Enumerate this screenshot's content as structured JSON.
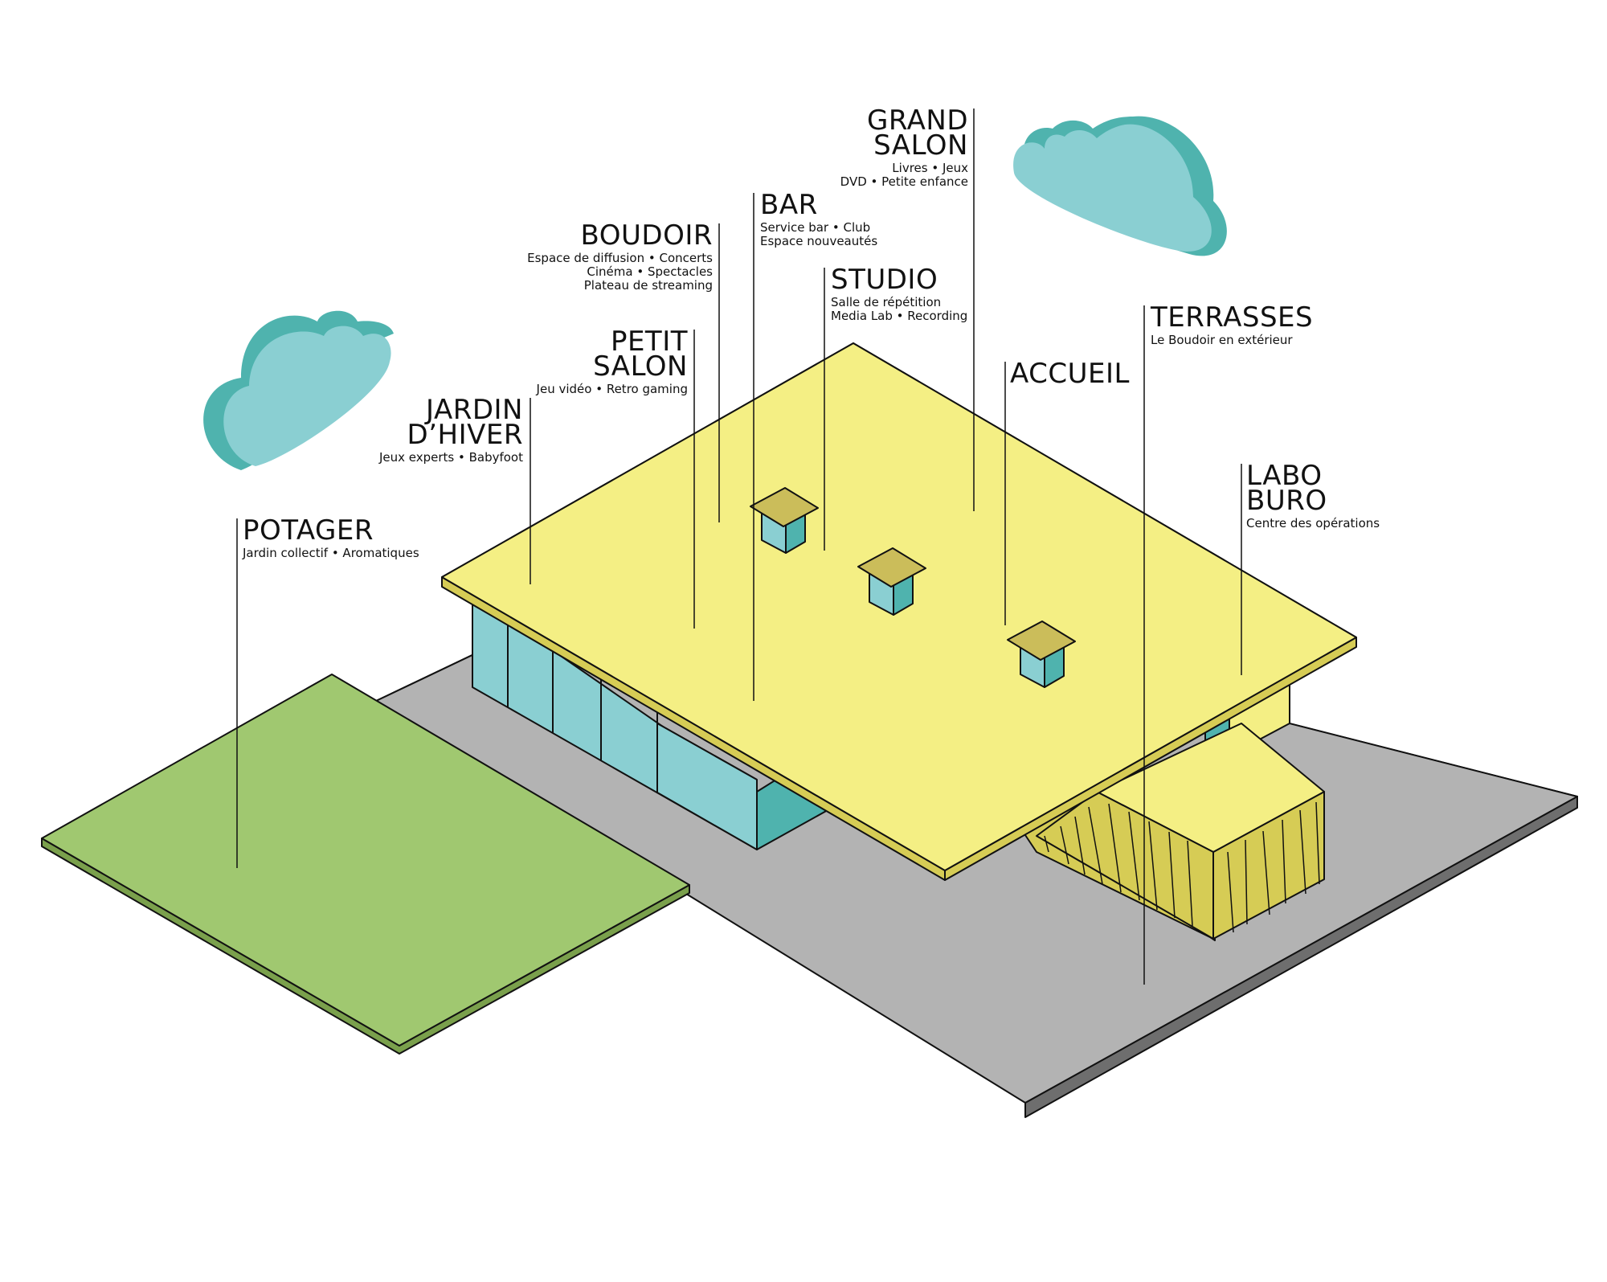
{
  "colors": {
    "roof": "#f4ef84",
    "ground": "#b3b3b3",
    "garden": "#a0c870",
    "glass": "#8acfd2",
    "teal": "#4fb3ae",
    "cladding": "#d6cc55",
    "chimney_top": "#cbbd5a",
    "line": "#111111"
  },
  "labels": [
    {
      "id": "grand-salon",
      "title": [
        "GRAND",
        "SALON"
      ],
      "sub": [
        "Livres  •  Jeux",
        "DVD • Petite enfance"
      ]
    },
    {
      "id": "bar",
      "title": [
        "BAR"
      ],
      "sub": [
        "Service bar  •  Club",
        "Espace nouveautés"
      ]
    },
    {
      "id": "boudoir",
      "title": [
        "BOUDOIR"
      ],
      "sub": [
        "Espace de diffusion •  Concerts",
        "Cinéma  •  Spectacles",
        "Plateau de streaming"
      ]
    },
    {
      "id": "studio",
      "title": [
        "STUDIO"
      ],
      "sub": [
        "Salle de répétition",
        "Media Lab  •  Recording"
      ]
    },
    {
      "id": "terrasses",
      "title": [
        "TERRASSES"
      ],
      "sub": [
        "Le Boudoir en extérieur"
      ]
    },
    {
      "id": "petit-salon",
      "title": [
        "PETIT",
        "SALON"
      ],
      "sub": [
        "Jeu vidéo •  Retro gaming"
      ]
    },
    {
      "id": "accueil",
      "title": [
        "ACCUEIL"
      ],
      "sub": []
    },
    {
      "id": "jardin-hiver",
      "title": [
        "JARDIN",
        "D’HIVER"
      ],
      "sub": [
        "Jeux experts •  Babyfoot"
      ]
    },
    {
      "id": "labo-buro",
      "title": [
        "LABO",
        "BURO"
      ],
      "sub": [
        "Centre des opérations"
      ]
    },
    {
      "id": "potager",
      "title": [
        "POTAGER"
      ],
      "sub": [
        "Jardin collectif  •  Aromatiques"
      ]
    }
  ]
}
